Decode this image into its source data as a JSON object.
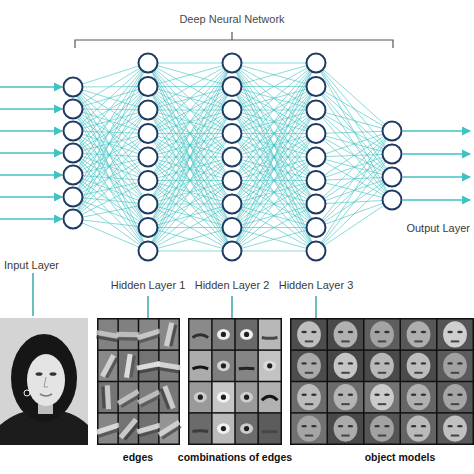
{
  "diagram": {
    "title": "Deep Neural Network",
    "labels": [
      "Input Layer",
      "Output Layer",
      "Hidden Layer 1",
      "Hidden Layer 2",
      "Hidden Layer 3",
      "edges",
      "combinations of edges",
      "object models"
    ]
  }
}
